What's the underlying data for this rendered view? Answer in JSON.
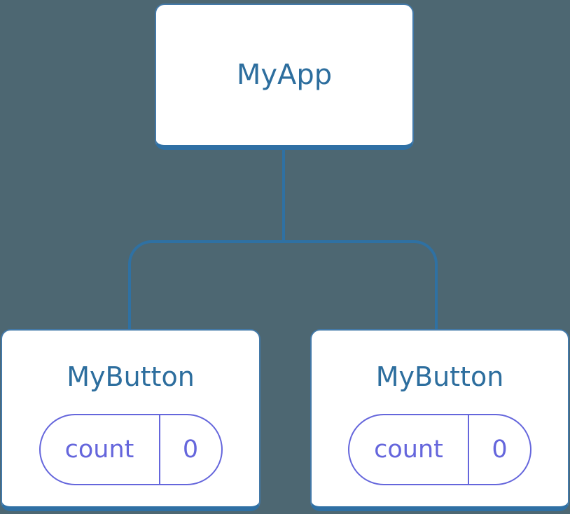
{
  "colors": {
    "canvas-bg": "#4d6772",
    "card-bg": "#ffffff",
    "card-border": "#4379a8",
    "card-border-bottom": "#2f70a4",
    "connector": "#2f71a3",
    "heading-text": "#2d6e9e",
    "pill-accent": "#6566dc"
  },
  "tree": {
    "root": {
      "label": "MyApp"
    },
    "children": [
      {
        "label": "MyButton",
        "state": {
          "key": "count",
          "value": "0"
        }
      },
      {
        "label": "MyButton",
        "state": {
          "key": "count",
          "value": "0"
        }
      }
    ]
  }
}
